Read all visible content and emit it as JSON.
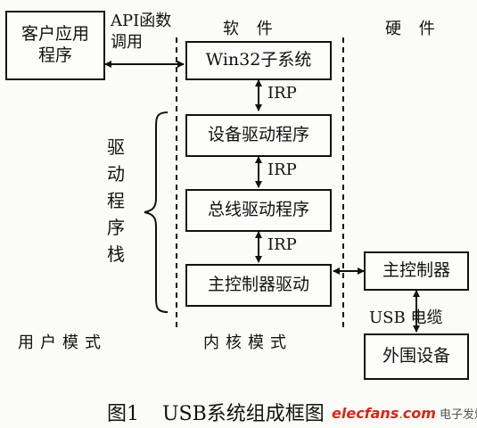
{
  "section_labels": {
    "software": "软 件",
    "hardware": "硬 件",
    "user_mode": "用户模式",
    "kernel_mode": "内核模式"
  },
  "nodes": {
    "client_app": "客户应用程序",
    "win32": "Win32子系统",
    "device_driver": "设备驱动程序",
    "bus_driver": "总线驱动程序",
    "host_ctrl_driver": "主控制器驱动",
    "host_controller": "主控制器",
    "peripheral": "外围设备"
  },
  "edges": {
    "api_call": "API函数调用",
    "irp_1": "IRP",
    "irp_2": "IRP",
    "irp_3": "IRP",
    "usb_cable": "USB 电缆"
  },
  "driver_stack": [
    "驱",
    "动",
    "程",
    "序",
    "栈"
  ],
  "caption": {
    "figure_no": "图1",
    "title": "USB系统组成框图"
  },
  "watermark": {
    "logo": "elecfans",
    "domain": "com",
    "sub": "电子发烧友"
  },
  "colors": {
    "watermark": "#cc2a1a"
  }
}
